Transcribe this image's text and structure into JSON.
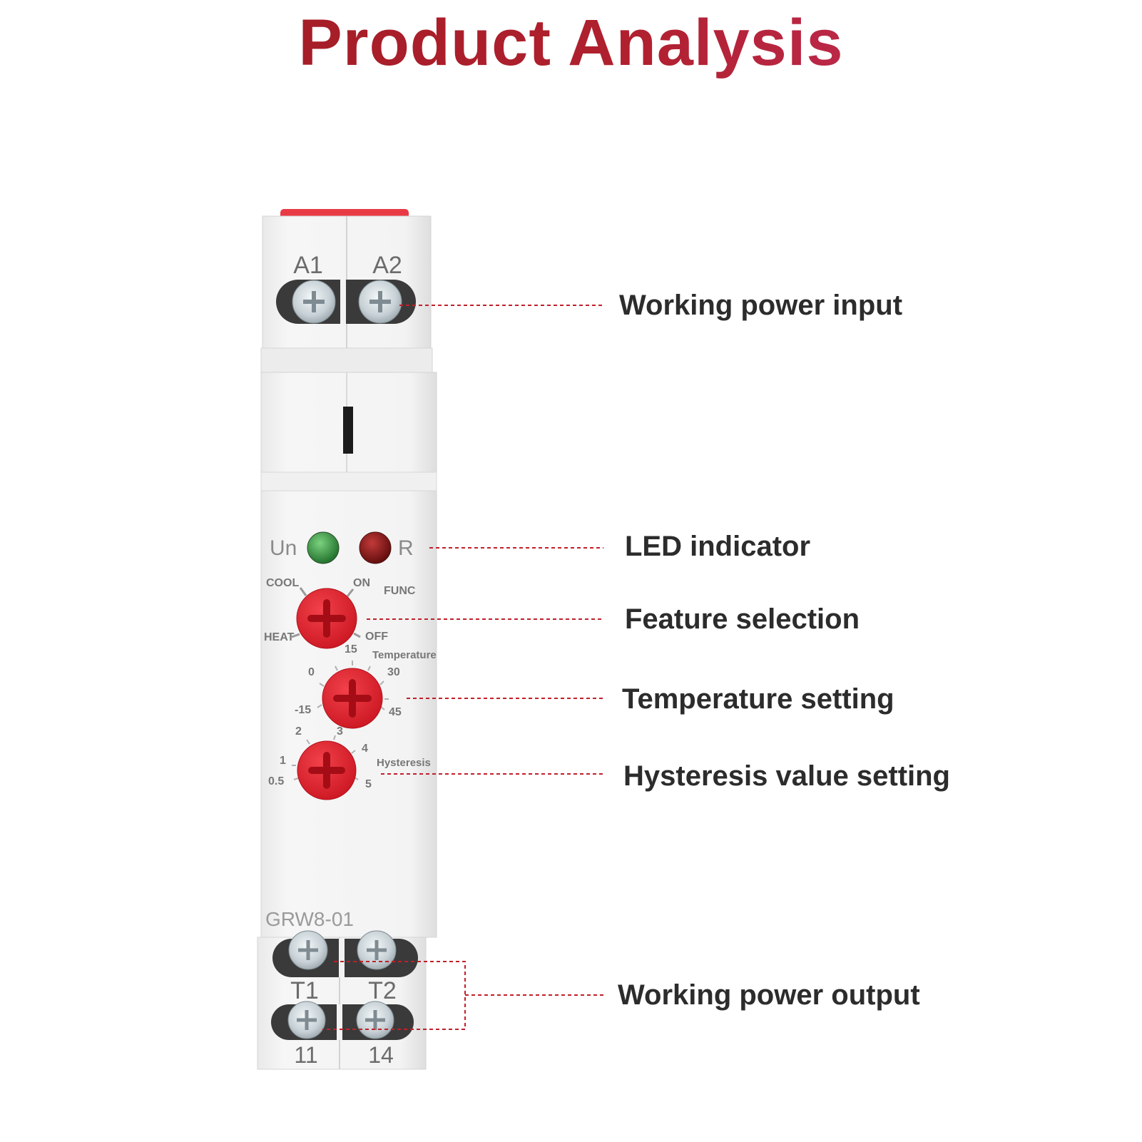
{
  "title": "Product Analysis",
  "device": {
    "model": "GRW8-01",
    "top_terminals": [
      "A1",
      "A2"
    ],
    "bottom_terminals_upper": [
      "T1",
      "T2"
    ],
    "bottom_terminals_lower": [
      "11",
      "14"
    ],
    "led_labels": {
      "left": "Un",
      "right": "R"
    },
    "led_colors": {
      "left": "#2e8b3a",
      "right": "#8b1010"
    },
    "knob_color": "#e8232f",
    "func_knob": {
      "name": "FUNC",
      "labels": [
        "COOL",
        "ON",
        "HEAT",
        "OFF"
      ]
    },
    "temp_knob": {
      "name": "Temperature",
      "scale": [
        "0",
        "15",
        "30",
        "-15",
        "45"
      ]
    },
    "hyst_knob": {
      "name": "Hysteresis",
      "scale": [
        "2",
        "3",
        "4",
        "1",
        "0.5",
        "5"
      ]
    }
  },
  "callouts": [
    "Working power input",
    "LED indicator",
    "Feature selection",
    "Temperature setting",
    "Hysteresis value setting",
    "Working power output"
  ],
  "leader_color": "#c0202a"
}
